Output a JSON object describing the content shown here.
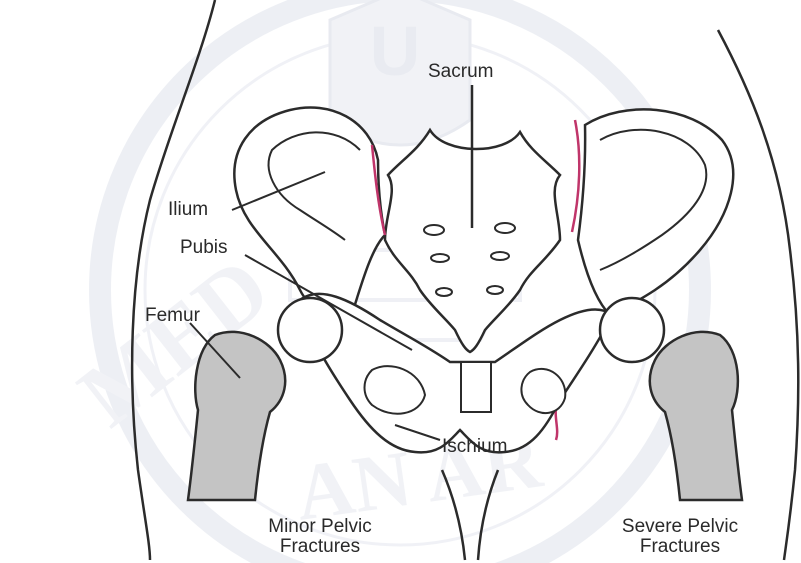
{
  "labels": {
    "sacrum": "Sacrum",
    "ilium": "Ilium",
    "pubis": "Pubis",
    "femur": "Femur",
    "ischium": "Ischium"
  },
  "captions": {
    "minor_line1": "Minor Pelvic",
    "minor_line2": "Fractures",
    "severe_line1": "Severe Pelvic",
    "severe_line2": "Fractures"
  },
  "watermark": {
    "text": "UNIVERSITAS MEDAN AREA",
    "initials": "UMA"
  },
  "colors": {
    "outline": "#2b2b2b",
    "fracture": "#c0356a",
    "femur_fill": "#bdbdbd",
    "watermark": "#d9dde8"
  }
}
